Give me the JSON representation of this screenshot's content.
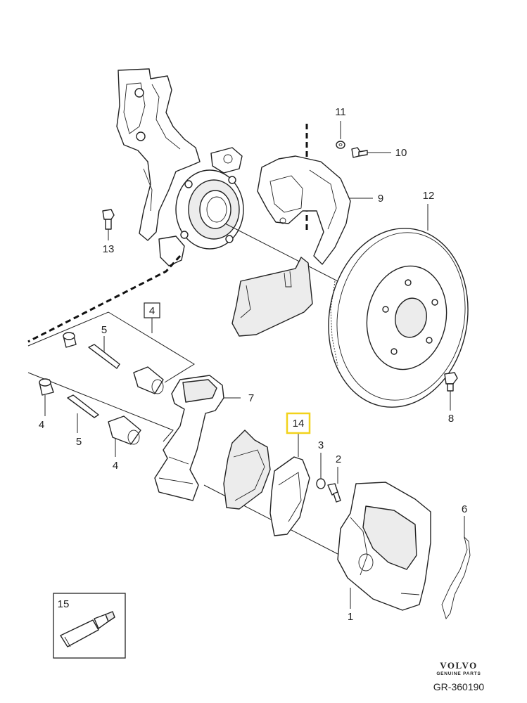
{
  "callouts": {
    "c1": "1",
    "c2": "2",
    "c3": "3",
    "c4a": "4",
    "c4b": "4",
    "c4box": "4",
    "c5a": "5",
    "c5b": "5",
    "c6": "6",
    "c7": "7",
    "c8": "8",
    "c9": "9",
    "c10": "10",
    "c11": "11",
    "c12": "12",
    "c13": "13",
    "c14": "14",
    "c15": "15"
  },
  "highlight_color": "#f2d21b",
  "brand": {
    "name": "VOLVO",
    "tagline": "GENUINE PARTS"
  },
  "reference": "GR-360190"
}
